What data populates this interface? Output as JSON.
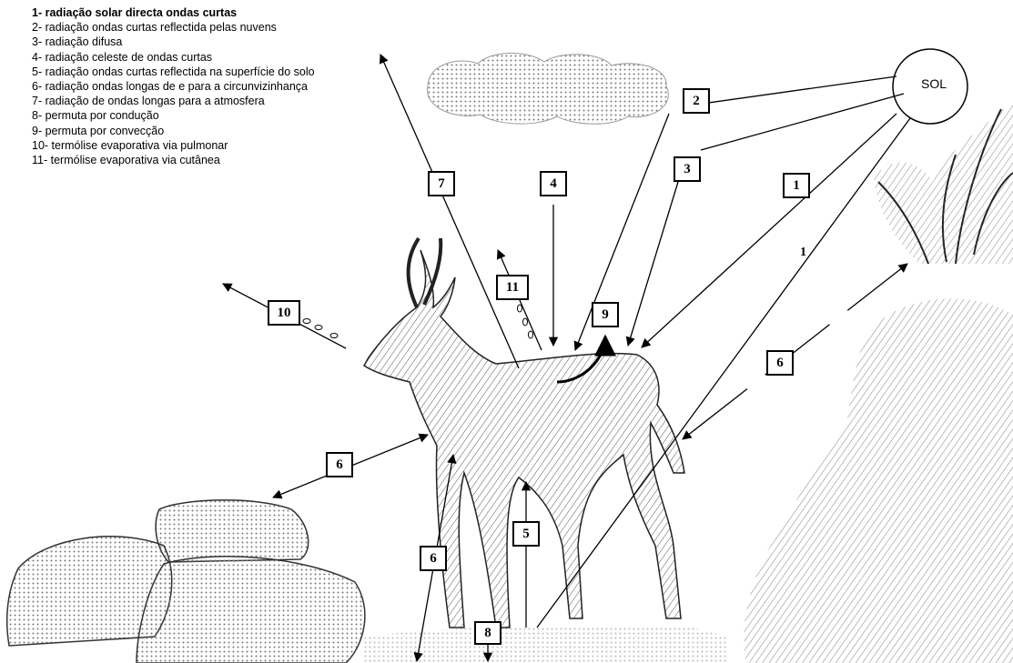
{
  "legend": [
    "1- radiação solar directa ondas curtas",
    "2- radiação ondas curtas reflectida pelas nuvens",
    "3- radiação difusa",
    "4- radiação celeste de ondas curtas",
    "5- radiação ondas curtas reflectida na superfície do solo",
    "6- radiação ondas longas de e para a circunvizinhança",
    "7- radiação de ondas longas para a atmosfera",
    "8- permuta por condução",
    "9- permuta por convecção",
    "10- termólise evaporativa via pulmonar",
    "11- termólise evaporativa via cutânea"
  ],
  "sun_label": "SOL",
  "labels": {
    "n1": "1",
    "n1_plain": "1",
    "n2": "2",
    "n3": "3",
    "n4": "4",
    "n5": "5",
    "n6_right": "6",
    "n6_left": "6",
    "n6_bottom": "6",
    "n7": "7",
    "n8": "8",
    "n9": "9",
    "n10": "10",
    "n11": "11"
  }
}
